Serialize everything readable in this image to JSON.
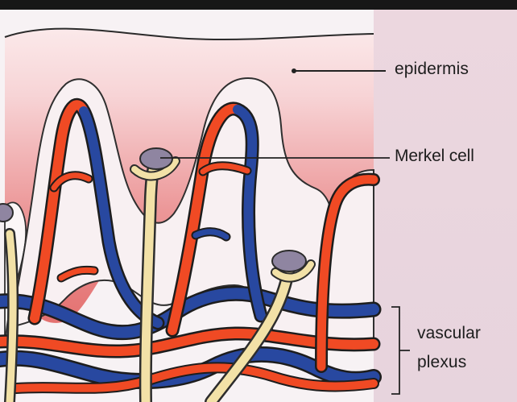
{
  "labels": {
    "epidermis": "epidermis",
    "merkel_cell": "Merkel cell",
    "vascular": "vascular",
    "plexus": "plexus"
  },
  "colors": {
    "panel_background": "#ead7df",
    "epidermis_light": "#fbe9ea",
    "epidermis_mid": "#f2c4c2",
    "epidermis_deep": "#e47676",
    "papilla_fill": "#f8f1f2",
    "artery": "#f04a24",
    "vein": "#2848a0",
    "nerve": "#f2e1a7",
    "merkel_cell": "#8f85a1",
    "leader_line": "#222222"
  }
}
